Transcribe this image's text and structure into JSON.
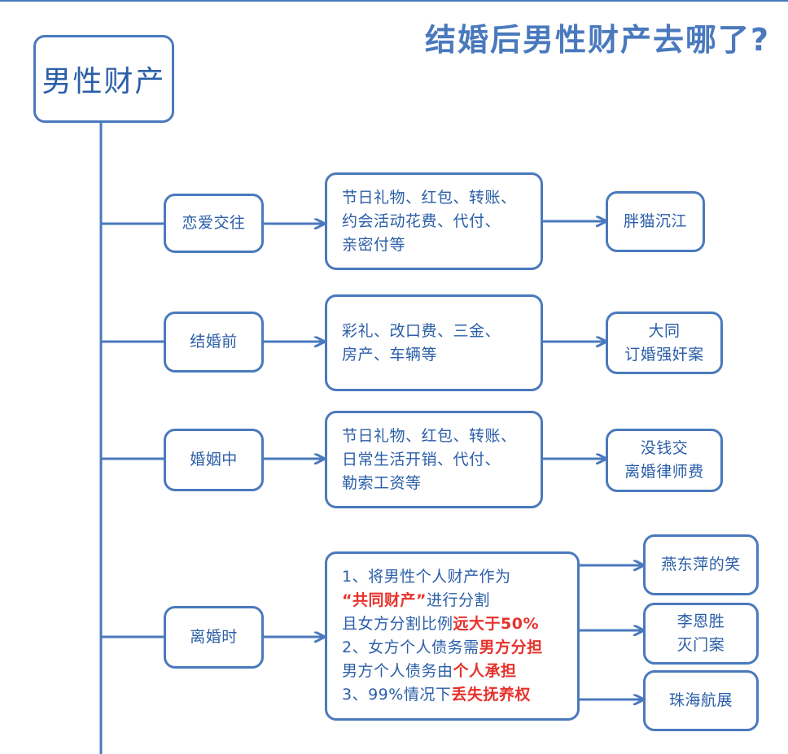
{
  "title": "结婚后男性财产去哪了?",
  "root": {
    "label": "男性财产"
  },
  "stages": [
    {
      "label": "恋爱交往",
      "detail": [
        "节日礼物、红包、转账、",
        "约会活动花费、代付、",
        "亲密付等"
      ],
      "outcomes": [
        {
          "lines": [
            "胖猫沉江"
          ]
        }
      ]
    },
    {
      "label": "结婚前",
      "detail": [
        "彩礼、改口费、三金、",
        "房产、车辆等"
      ],
      "outcomes": [
        {
          "lines": [
            "大同",
            "订婚强奸案"
          ]
        }
      ]
    },
    {
      "label": "婚姻中",
      "detail": [
        "节日礼物、红包、转账、",
        "日常生活开销、代付、",
        "勒索工资等"
      ],
      "outcomes": [
        {
          "lines": [
            "没钱交",
            "离婚律师费"
          ]
        }
      ]
    },
    {
      "label": "离婚时",
      "detail_rich": [
        [
          {
            "t": "1、将男性个人财产作为",
            "red": false
          }
        ],
        [
          {
            "t": "“共同财产”",
            "red": true
          },
          {
            "t": "进行分割",
            "red": false
          }
        ],
        [
          {
            "t": "且女方分割比例",
            "red": false
          },
          {
            "t": "远大于50%",
            "red": true
          }
        ],
        [
          {
            "t": "2、女方个人债务需",
            "red": false
          },
          {
            "t": "男方分担",
            "red": true
          }
        ],
        [
          {
            "t": "男方个人债务由",
            "red": false
          },
          {
            "t": "个人承担",
            "red": true
          }
        ],
        [
          {
            "t": "3、99%情况下",
            "red": false
          },
          {
            "t": "丢失抚养权",
            "red": true
          }
        ]
      ],
      "outcomes": [
        {
          "lines": [
            "燕东萍的笑"
          ]
        },
        {
          "lines": [
            "李恩胜",
            "灭门案"
          ]
        },
        {
          "lines": [
            "珠海航展"
          ]
        }
      ]
    }
  ],
  "colors": {
    "line": "#4a79bd",
    "text": "#2b5ea8",
    "highlight": "#e6322c",
    "background": "#ffffff"
  }
}
